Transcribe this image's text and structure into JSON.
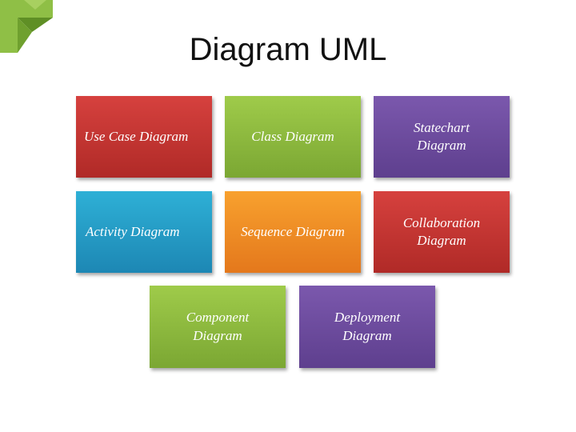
{
  "title": "Diagram UML",
  "tiles": [
    {
      "label": "Use Case Diagram",
      "color": "red"
    },
    {
      "label": "Class Diagram",
      "color": "green"
    },
    {
      "label": "Statechart\nDiagram",
      "color": "purple"
    },
    {
      "label": "Activity Diagram",
      "color": "blue"
    },
    {
      "label": "Sequence Diagram",
      "color": "orange"
    },
    {
      "label": "Collaboration\nDiagram",
      "color": "red"
    },
    {
      "label": "Component\nDiagram",
      "color": "green"
    },
    {
      "label": "Deployment\nDiagram",
      "color": "purple"
    }
  ],
  "colors": {
    "red": "#c3342f",
    "green": "#8ebc3e",
    "purple": "#6b4b9d",
    "blue": "#259dc6",
    "orange": "#ef8c24",
    "accent_green": "#7fb33a"
  }
}
